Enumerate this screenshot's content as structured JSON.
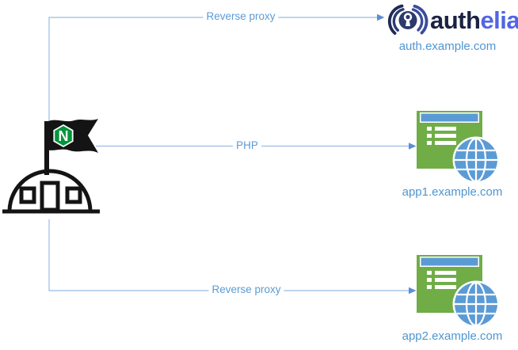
{
  "diagram": {
    "nginx": {
      "flag_letter": "N"
    },
    "authelia": {
      "brand_prefix": "auth",
      "brand_suffix": "elia",
      "domain": "auth.example.com"
    },
    "app1": {
      "domain": "app1.example.com"
    },
    "app2": {
      "domain": "app2.example.com"
    },
    "edges": {
      "to_authelia": {
        "label": "Reverse proxy"
      },
      "to_app1": {
        "label": "PHP"
      },
      "to_app2": {
        "label": "Reverse proxy"
      }
    },
    "colors": {
      "connector": "#a9c5e8",
      "arrowhead": "#5b8ed6",
      "edge_label": "#5b9bd5",
      "domain_label": "#4e96d1",
      "app_green": "#70ad47",
      "app_blue": "#5b9bd5",
      "nginx_green": "#009639",
      "authelia_navy": "#1b2342",
      "authelia_blue": "#5166e3"
    }
  }
}
